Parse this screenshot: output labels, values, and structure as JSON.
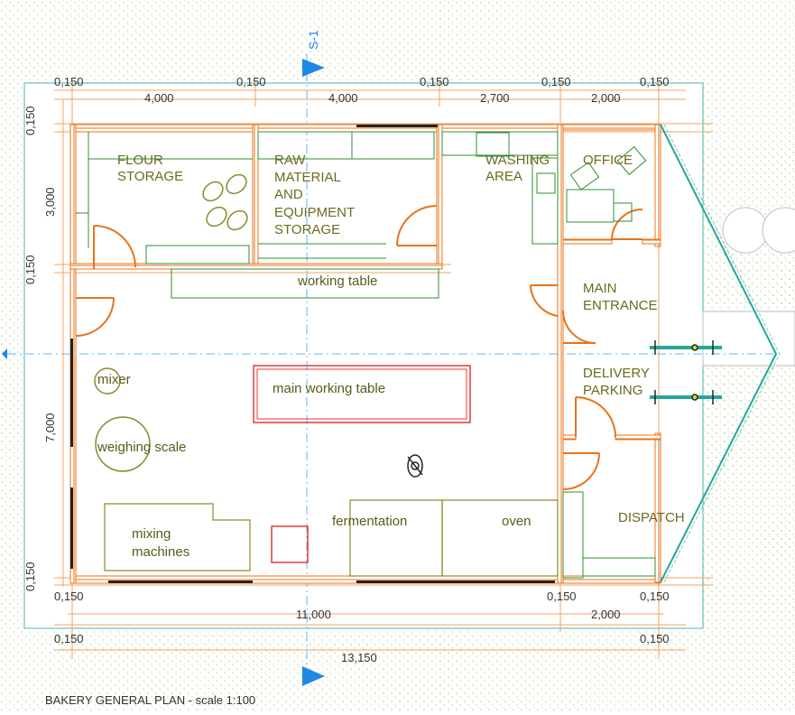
{
  "caption": "BAKERY GENERAL PLAN - scale 1:100",
  "section_marker": "S-1",
  "dims": {
    "top_row": [
      "0,150",
      "0,150",
      "0,150",
      "0,150",
      "0,150"
    ],
    "top_spans": [
      "4,000",
      "4,000",
      "2,700",
      "2,000"
    ],
    "left_col": [
      "0,150",
      "3,000",
      "0,150",
      "7,000",
      "0,150"
    ],
    "bottom_row1": [
      "0,150",
      "0,150",
      "0,150"
    ],
    "bottom_spans1": [
      "11,000",
      "2,000"
    ],
    "bottom_row2": [
      "0,150",
      "0,150"
    ],
    "bottom_total": "13,150"
  },
  "rooms": {
    "flour_storage": [
      "FLOUR",
      "STORAGE"
    ],
    "raw_material": [
      "RAW",
      "MATERIAL",
      "AND",
      "EQUIPMENT",
      "STORAGE"
    ],
    "washing": [
      "WASHING",
      "AREA"
    ],
    "office": "OFFICE",
    "main_entrance": [
      "MAIN",
      "ENTRANCE"
    ],
    "delivery": [
      "DELIVERY",
      "PARKING"
    ],
    "dispatch": "DISPATCH"
  },
  "furniture": {
    "working_table": "working table",
    "main_working_table": "main working table",
    "mixer": "mixer",
    "weighing_scale": "weighing scale",
    "mixing_machines": [
      "mixing",
      "machines"
    ],
    "fermentation": "fermentation",
    "oven": "oven"
  },
  "colors": {
    "wall": "#e8731a",
    "furniture": "#2f8f2f",
    "fixture": "#8a8a2a",
    "highlight": "#e53935",
    "axis": "#1e88e5",
    "bikes": "#26a69a"
  }
}
